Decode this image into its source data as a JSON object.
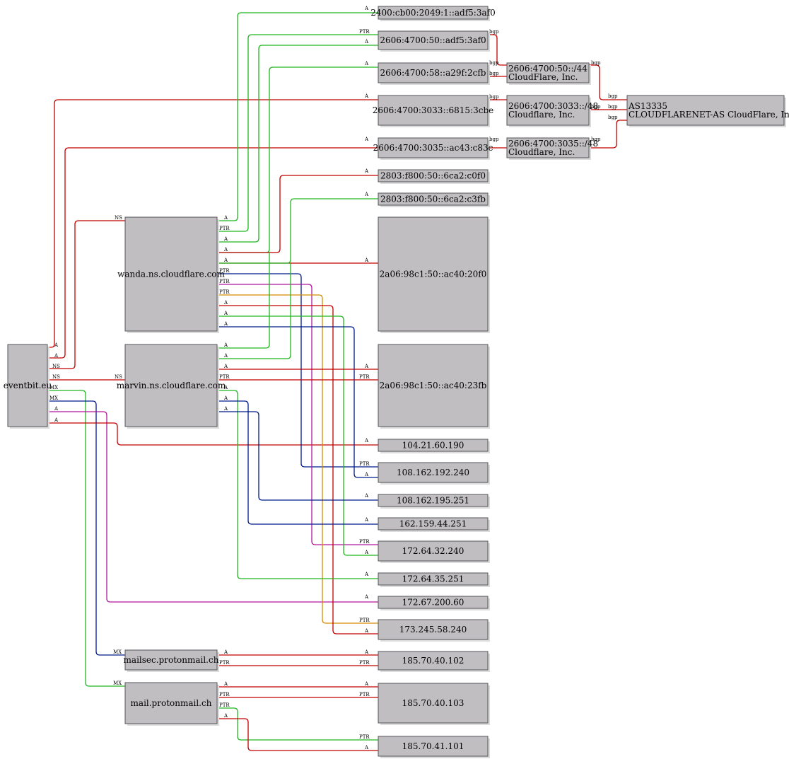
{
  "colors": {
    "A": "#c40000",
    "green": "#1fb81f",
    "navy": "#001a8c",
    "magenta": "#b3169e",
    "orange": "#d58a00",
    "bgp": "#c40000"
  },
  "nodes": {
    "eventbit": "eventbit.eu",
    "wanda": "wanda.ns.cloudflare.com",
    "marvin": "marvin.ns.cloudflare.com",
    "mailsec": "mailsec.protonmail.ch",
    "mail": "mail.protonmail.ch",
    "ip_2400": "2400:cb00:2049:1::adf5:3af0",
    "ip_2606_50": "2606:4700:50::adf5:3af0",
    "ip_2606_58": "2606:4700:58::a29f:2cfb",
    "ip_2606_3033": "2606:4700:3033::6815:3cbe",
    "ip_2606_3035": "2606:4700:3035::ac43:c83c",
    "ip_2803_c0f0": "2803:f800:50::6ca2:c0f0",
    "ip_2803_c3fb": "2803:f800:50::6ca2:c3fb",
    "ip_2a06_20f0": "2a06:98c1:50::ac40:20f0",
    "ip_2a06_23fb": "2a06:98c1:50::ac40:23fb",
    "ip_104": "104.21.60.190",
    "ip_108_240": "108.162.192.240",
    "ip_108_251": "108.162.195.251",
    "ip_162": "162.159.44.251",
    "ip_172_64_32": "172.64.32.240",
    "ip_172_64_35": "172.64.35.251",
    "ip_172_67": "172.67.200.60",
    "ip_173": "173.245.58.240",
    "ip_185_102": "185.70.40.102",
    "ip_185_103": "185.70.40.103",
    "ip_185_41": "185.70.41.101",
    "net_44": [
      "2606:4700:50::/44",
      "CloudFlare, Inc."
    ],
    "net_3033": [
      "2606:4700:3033::/48",
      "Cloudflare, Inc."
    ],
    "net_3035": [
      "2606:4700:3035::/48",
      "Cloudflare, Inc."
    ],
    "as13335": [
      "AS13335",
      "CLOUDFLARENET-AS CloudFlare, Inc."
    ]
  },
  "edge_labels": {
    "A": "A",
    "PTR": "PTR",
    "NS": "NS",
    "MX": "MX",
    "bgp": "bgp"
  }
}
